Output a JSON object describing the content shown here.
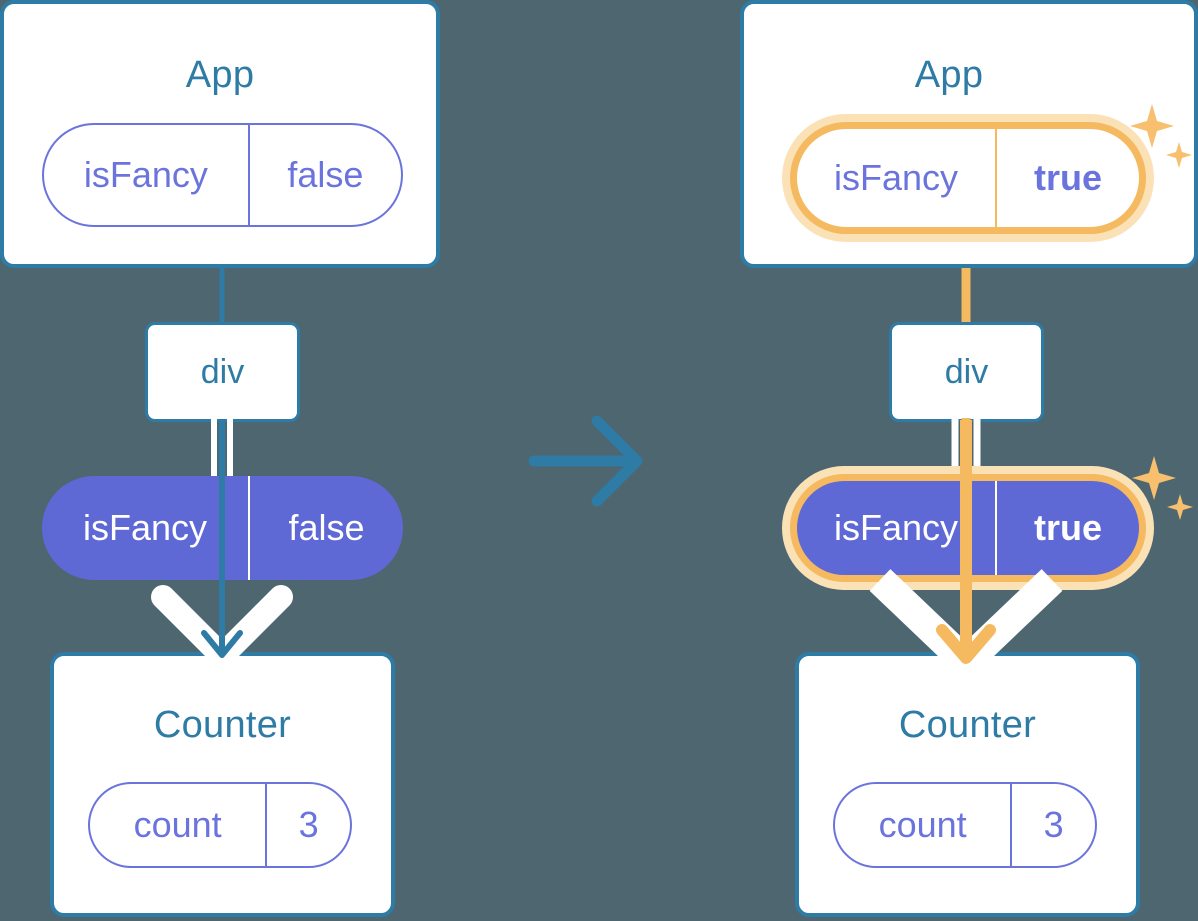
{
  "diagram": {
    "title_semantic": "react-state-propagation-before-after",
    "background_color": "#4d6670",
    "accent_blue": "#2e7ba6",
    "accent_purple": "#6b74dd",
    "accent_purple_fill": "#5f69d6",
    "accent_orange": "#f5b960",
    "accent_orange_glow": "#fbe2b6",
    "transition_arrow_icon": "arrow-right-icon"
  },
  "panels": [
    {
      "id": "before",
      "app_card": {
        "title": "App",
        "state_pill": {
          "key": "isFancy",
          "value": "false",
          "highlighted": false,
          "filled": false
        }
      },
      "div_node": {
        "label": "div"
      },
      "prop_pill": {
        "key": "isFancy",
        "value": "false",
        "highlighted": false,
        "filled": true
      },
      "counter_card": {
        "title": "Counter",
        "state_pill": {
          "key": "count",
          "value": "3",
          "highlighted": false,
          "filled": false
        }
      },
      "flow_arrow_icon": "arrow-down-icon",
      "sparkles_visible": false
    },
    {
      "id": "after",
      "app_card": {
        "title": "App",
        "state_pill": {
          "key": "isFancy",
          "value": "true",
          "highlighted": true,
          "filled": false
        }
      },
      "div_node": {
        "label": "div"
      },
      "prop_pill": {
        "key": "isFancy",
        "value": "true",
        "highlighted": true,
        "filled": true
      },
      "counter_card": {
        "title": "Counter",
        "state_pill": {
          "key": "count",
          "value": "3",
          "highlighted": false,
          "filled": false
        }
      },
      "flow_arrow_icon": "arrow-down-icon",
      "sparkles_visible": true,
      "sparkle_icon": "sparkle-icon"
    }
  ]
}
